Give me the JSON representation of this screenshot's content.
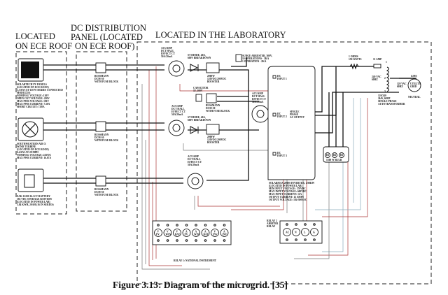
{
  "headers": {
    "roof": [
      "LOCATED",
      "ON ECE ROOF"
    ],
    "dc_panel": [
      "DC DISTRIBUTION",
      "PANEL (LOCATED",
      "ON ECE ROOF)"
    ],
    "lab": "LOCATED IN THE LABORATORY"
  },
  "sources": {
    "pv": [
      "SOLARTECH PV PANELS",
      "(LOCATED ON ECE ROOF)",
      "1.3 KW (10-130 W SERIES CONNECTED",
      "MODULES)",
      "NOMINAL VOLTAGE: 120V",
      "OPEN CKT VOLTAGE: 220V",
      "MAX PWR VOLTAGE: 181V",
      "MAX PWR CURRENT: 7.30A",
      "SHORT CIRCUIT: 7.88A"
    ],
    "wind": [
      "SOUTHWESTERN AIR-X",
      "WIND TURBINE",
      "(LOCATED ON ECE ROOF)",
      "0.4 KW AT 28 MPH",
      "NOMINAL VOLTAGE: 24VDC",
      "MAX PWR CURRENT: 16.67A"
    ],
    "battery": [
      "EAK 12200 16.12 V BATTERY",
      "192 VDC STORAGE BATTERY",
      "(LOCATED IN POWER LAB)",
      "3.84 KWH, 20AH (16 IN SERIES)"
    ]
  },
  "fuse_block": [
    "BUSSMANN",
    "DCM-30",
    "WITH FUSE BLOCK"
  ],
  "current_sensor": [
    "ACUAMP",
    "DCT HALL",
    "EFFECT CT",
    "50A/20mA"
  ],
  "diode": [
    "ST DIODE, 40A,",
    "600V BREAKDOWN"
  ],
  "booster": [
    "2000W",
    "120VDC/200VDC",
    "BOOSTER"
  ],
  "capacitor": [
    "CAPACITOR",
    "1F, 100V"
  ],
  "surge_arrester": [
    "SURGE ARRESTER, 300V,",
    "10 OPERATIONS - 3KA",
    "1 OPERATION - 2KA"
  ],
  "inverter": {
    "inputs": [
      [
        "DC",
        "INPUT 1"
      ],
      [
        "DC",
        "INPUT 2"
      ],
      [
        "DC",
        "INPUT 3"
      ]
    ],
    "output": [
      "SINGLE",
      "PHASE",
      "AC OUTPUT"
    ],
    "specs": [
      "SOLARMAX 2000S INVERTER, 1.98KW",
      "(LOCATED IN POWER LAB)",
      "MIN INPUT VOLTAGE: 170VDC",
      "MAX INPUT VOLTAGE: 600VDC",
      "MAX INPUT CURRENT: 11A",
      "OUTPUT CURRENT: 12 AMPS",
      "OUTPUT VOLTAGE: 184-300VAC"
    ]
  },
  "resistor": [
    "1 OHMS",
    "150 WATTS"
  ],
  "fuse": "11 AMP",
  "autotransformer": {
    "taps": [
      "1",
      "2",
      "3"
    ],
    "voltage": [
      "240 VAC",
      "60HZ"
    ],
    "label": [
      "120/240",
      "2kW, 60HZ",
      "SINGLE PHASE",
      "AUTOTRANSFORMER"
    ]
  },
  "utility": {
    "name": [
      "UTILITY",
      "GRID"
    ],
    "voltage": [
      "120 VAC",
      "60HZ"
    ],
    "line": "LINE",
    "neutral": "NEUTRAL"
  },
  "bulb": {
    "label": "1300 W BULB",
    "lamps": [
      "B1",
      "B2",
      "B3"
    ]
  },
  "relay2": {
    "label": [
      "RELAY 2",
      "ARBITER",
      "RELAY"
    ],
    "channels": [
      "AC",
      "N",
      "L",
      "G"
    ]
  },
  "relay1": {
    "label": "RELAY 1: NATIONAL INSTRUMENT",
    "channels": [
      [
        "V",
        "PV"
      ],
      [
        "V",
        "WIN"
      ],
      [
        "V",
        "BAT"
      ],
      [
        "A",
        "PV"
      ],
      [
        "A",
        "WIN"
      ],
      [
        "A",
        "BAT"
      ],
      [
        "V",
        "INV"
      ],
      [
        "A",
        "INV"
      ]
    ]
  },
  "caption": "Figure 3.13: Diagram of the microgrid. [35]",
  "colors": {
    "wire": "#111111",
    "signal_red": "#aa3333",
    "signal_gray": "#777777",
    "signal_blue": "#88aabb"
  }
}
